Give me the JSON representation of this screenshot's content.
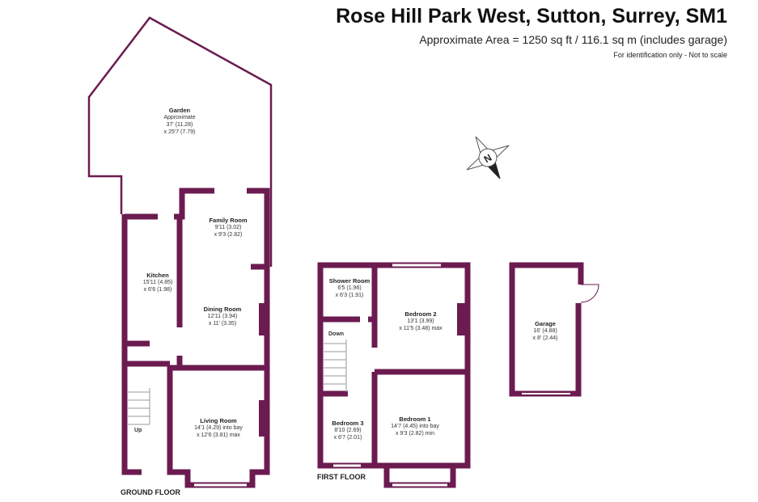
{
  "header": {
    "title": "Rose Hill Park West, Sutton, Surrey, SM1",
    "area": "Approximate Area = 1250 sq ft / 116.1 sq m (includes garage)",
    "note": "For identification only - Not to scale"
  },
  "colors": {
    "wall": "#6b1b50",
    "window": "#ffffff"
  },
  "compass": {
    "label": "N",
    "icon": "compass-north-icon"
  },
  "ground_floor": {
    "label": "GROUND FLOOR",
    "stairs_label": "Up",
    "rooms": [
      {
        "name": "Garden",
        "line1": "Approximate",
        "line2": "37' (11.28)",
        "line3": "x 25'7 (7.79)"
      },
      {
        "name": "Family Room",
        "line1": "9'11 (3.02)",
        "line2": "x 9'3 (2.82)"
      },
      {
        "name": "Kitchen",
        "line1": "15'11 (4.85)",
        "line2": "x 6'6 (1.98)"
      },
      {
        "name": "Dining Room",
        "line1": "12'11 (3.94)",
        "line2": "x 11' (3.35)"
      },
      {
        "name": "Living Room",
        "line1": "14'1 (4.29) into bay",
        "line2": "x 12'6 (3.81) max"
      }
    ]
  },
  "first_floor": {
    "label": "FIRST FLOOR",
    "stairs_label": "Down",
    "rooms": [
      {
        "name": "Shower Room",
        "line1": "6'5 (1.96)",
        "line2": "x 6'3 (1.91)"
      },
      {
        "name": "Bedroom 2",
        "line1": "13'1 (3.99)",
        "line2": "x 11'5 (3.48) max"
      },
      {
        "name": "Bedroom 3",
        "line1": "8'10 (2.69)",
        "line2": "x 6'7 (2.01)"
      },
      {
        "name": "Bedroom 1",
        "line1": "14'7 (4.45) into bay",
        "line2": "x 9'3 (2.82) min"
      }
    ]
  },
  "garage": {
    "name": "Garage",
    "line1": "16' (4.88)",
    "line2": "x 8' (2.44)"
  }
}
